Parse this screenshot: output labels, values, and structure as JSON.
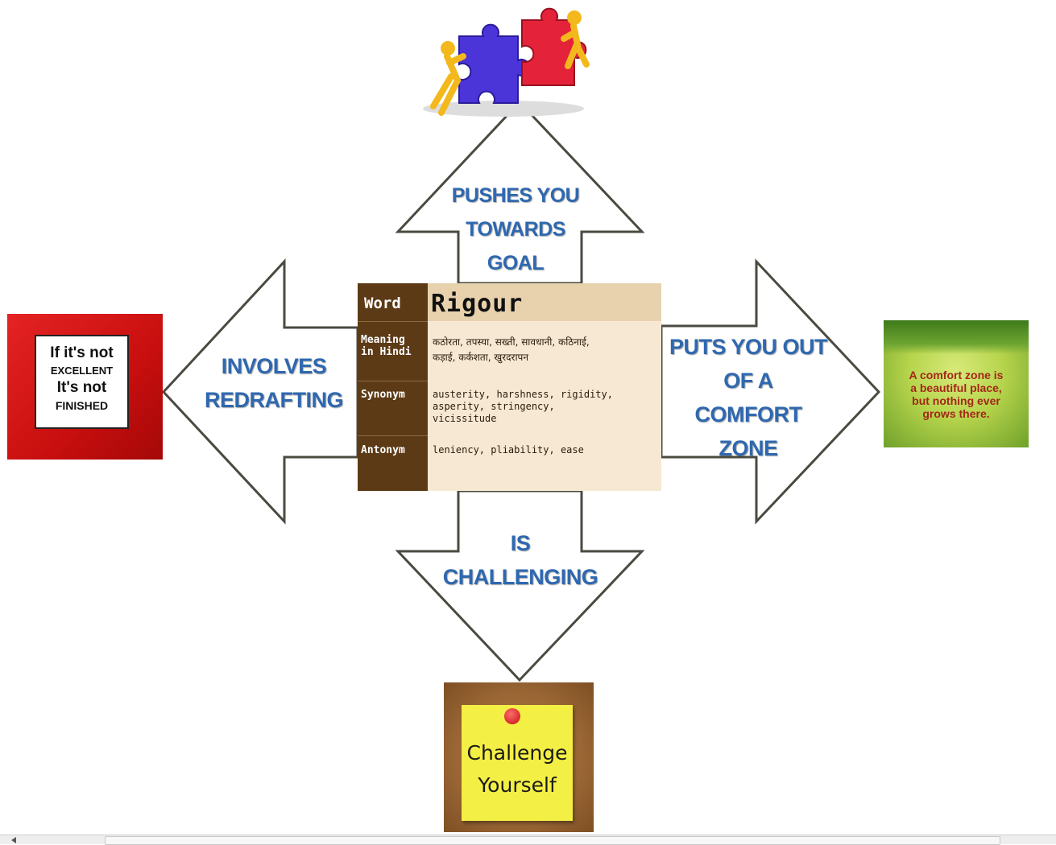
{
  "center_card": {
    "word_label": "Word",
    "word": "Rigour",
    "rows": [
      {
        "label_line1": "Meaning",
        "label_line2": "in Hindi",
        "value_line1": "कठोरता, तपस्या, सख्ती, सावधानी, कठिनाई,",
        "value_line2": "कड़ाई, कर्कशता, खुरदरापन",
        "value_line3": ""
      },
      {
        "label_line1": "Synonym",
        "label_line2": "",
        "value_line1": "austerity, harshness, rigidity,",
        "value_line2": "asperity, stringency,",
        "value_line3": "vicissitude"
      },
      {
        "label_line1": "Antonym",
        "label_line2": "",
        "value_line1": "leniency, pliability, ease",
        "value_line2": "",
        "value_line3": ""
      }
    ]
  },
  "arrows": {
    "up": {
      "line1": "PUSHES YOU",
      "line2": "TOWARDS",
      "line3": "GOAL"
    },
    "left": {
      "line1": "INVOLVES",
      "line2": "REDRAFTING"
    },
    "right": {
      "line1": "PUTS YOU OUT",
      "line2": "OF A",
      "line3": "COMFORT ZONE"
    },
    "down": {
      "line1": "IS",
      "line2": "CHALLENGING"
    }
  },
  "left_sign": {
    "line1": "If it's not",
    "line2": "EXCELLENT",
    "line3": "It's not",
    "line4": "FINISHED"
  },
  "right_picture": {
    "line1": "A comfort zone is",
    "line2": "a beautiful place,",
    "line3": "but nothing ever",
    "line4": "grows there."
  },
  "bottom_note": {
    "line1": "Challenge",
    "line2": "Yourself"
  },
  "top_image": {
    "icon": "puzzle-people-icon"
  },
  "colors": {
    "arrow_text": "#2e68b0",
    "card_dark": "#5c3a16",
    "card_light": "#f7e8d4",
    "sign_red": "#d41616",
    "note_yellow": "#f4ef45"
  }
}
